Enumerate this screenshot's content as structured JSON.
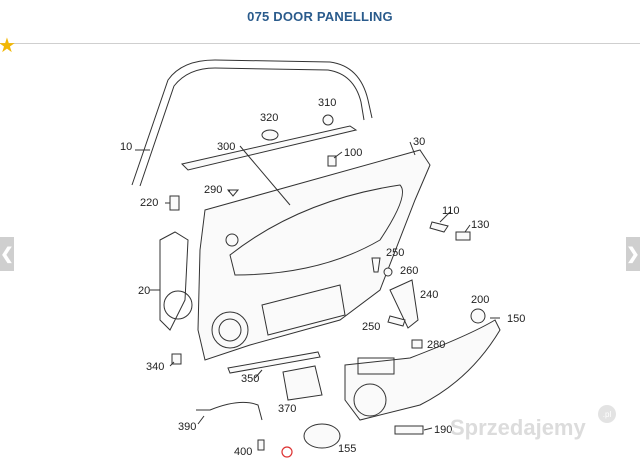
{
  "title": "075 DOOR PANELLING",
  "nav": {
    "prev_icon": "❮",
    "next_icon": "❯"
  },
  "watermark": {
    "text": "Sprzedajemy",
    "badge": ".pl"
  },
  "part_labels": [
    "10",
    "320",
    "310",
    "300",
    "30",
    "100",
    "290",
    "220",
    "110",
    "130",
    "250",
    "260",
    "240",
    "20",
    "200",
    "150",
    "250",
    "280",
    "340",
    "350",
    "370",
    "390",
    "190",
    "400",
    "155"
  ]
}
